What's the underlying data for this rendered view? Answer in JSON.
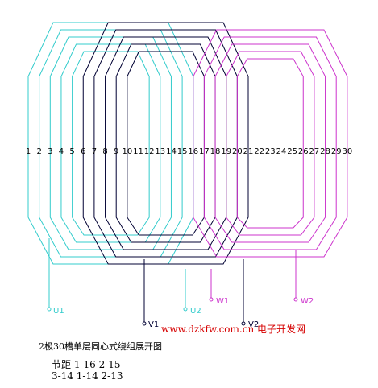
{
  "slots": [
    "1",
    "2",
    "3",
    "4",
    "5",
    "6",
    "7",
    "8",
    "9",
    "10",
    "11",
    "12",
    "13",
    "14",
    "15",
    "16",
    "17",
    "18",
    "19",
    "20",
    "21",
    "22",
    "23",
    "24",
    "25",
    "26",
    "27",
    "28",
    "29",
    "30"
  ],
  "terminals": {
    "U1": "U1",
    "U2": "U2",
    "V1": "V1",
    "V2": "V2",
    "W1": "W1",
    "W2": "W2"
  },
  "colors": {
    "U": "#33cccc",
    "V": "#000033",
    "W": "#cc33cc"
  },
  "title": "2极30槽单层同心式绕组展开图",
  "pitch_line1": "节距  1-16  2-15",
  "pitch_line2": "3-14  1-14  2-13",
  "watermark": "www.dzkfw.com.cn  电子开发网"
}
